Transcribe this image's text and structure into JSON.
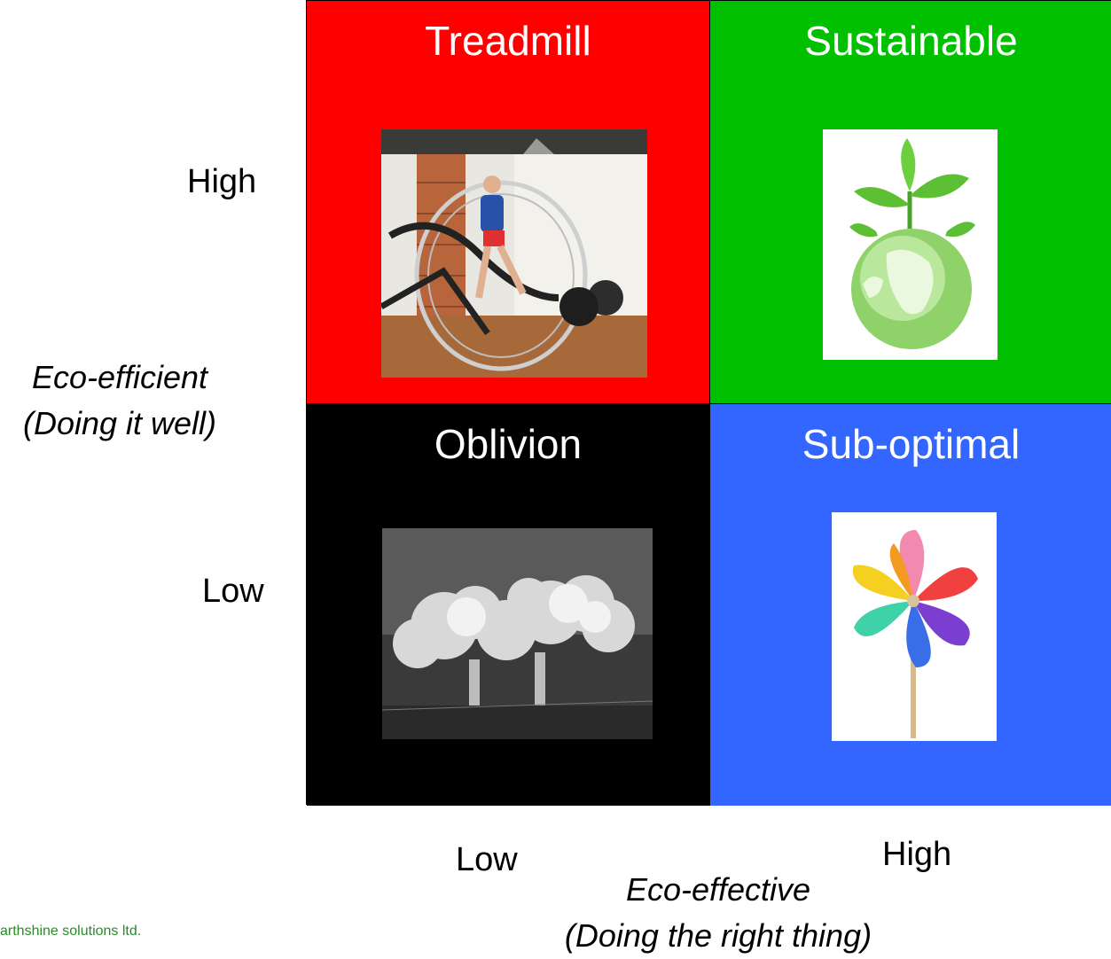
{
  "y_axis": {
    "high_label": "High",
    "low_label": "Low",
    "title_line1": "Eco-efficient",
    "title_line2": "(Doing it well)"
  },
  "x_axis": {
    "low_label": "Low",
    "high_label": "High",
    "title_line1": "Eco-effective",
    "title_line2": "(Doing the right thing)"
  },
  "quadrants": {
    "top_left": {
      "title": "Treadmill",
      "color": "#ff0000",
      "image": "hamster-wheel-treadmill-photo"
    },
    "top_right": {
      "title": "Sustainable",
      "color": "#00c000",
      "image": "globe-with-sprout-photo"
    },
    "bottom_left": {
      "title": "Oblivion",
      "color": "#000000",
      "image": "smokestack-pollution-photo"
    },
    "bottom_right": {
      "title": "Sub-optimal",
      "color": "#3366ff",
      "image": "pinwheel-photo"
    }
  },
  "footer": {
    "text": "arthshine solutions ltd.",
    "color": "#2a8a2a"
  }
}
